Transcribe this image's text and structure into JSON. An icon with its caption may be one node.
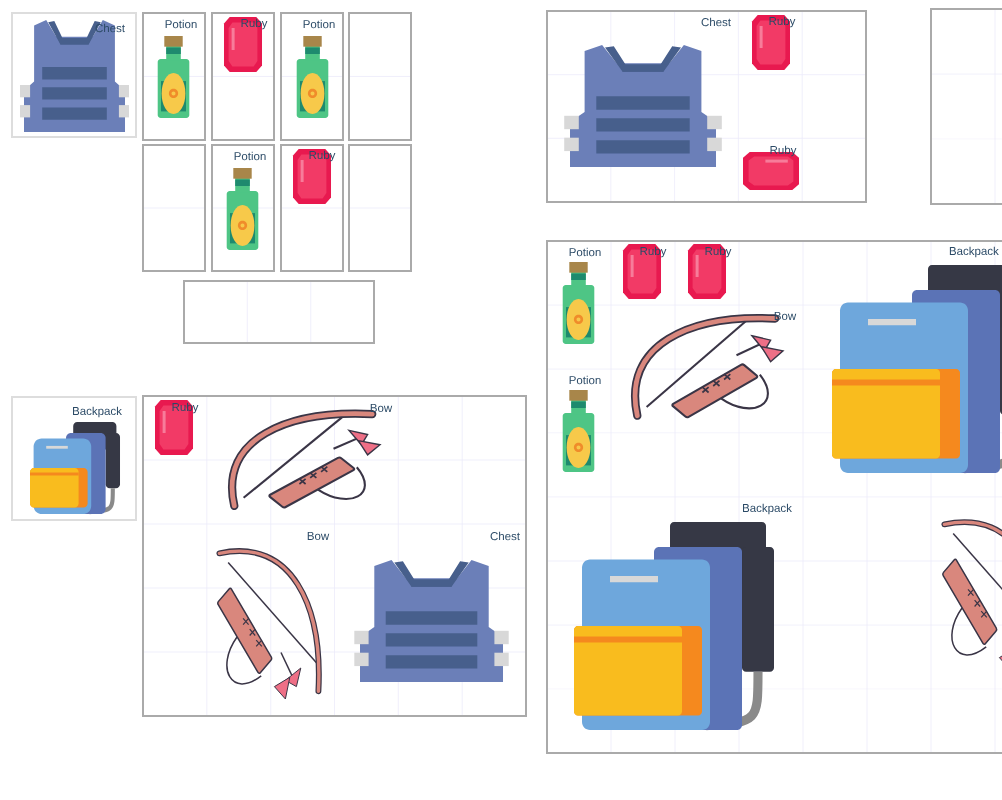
{
  "diagram": {
    "nodes": [
      {
        "text": [],
        "shape": "box"
      },
      {
        "text": [
          "Chest"
        ],
        "in": 0
      },
      {
        "text": [],
        "shape": "box"
      },
      {
        "text": [
          "Potion"
        ],
        "in": 2
      },
      {
        "text": [],
        "shape": "box"
      },
      {
        "text": [
          "Ruby"
        ],
        "in": 4
      },
      {
        "text": [],
        "shape": "box"
      },
      {
        "text": [
          "Potion"
        ],
        "in": 6
      },
      {
        "text": [],
        "shape": "box"
      },
      {
        "text": [],
        "shape": "box"
      },
      {
        "text": [],
        "shape": "box"
      },
      {
        "text": [
          "Potion"
        ],
        "in": 10
      },
      {
        "text": [],
        "shape": "box"
      },
      {
        "text": [
          "Ruby"
        ],
        "in": 12
      },
      {
        "text": [],
        "shape": "box"
      },
      {
        "text": [],
        "shape": "box"
      },
      {
        "text": [],
        "shape": "box"
      },
      {
        "text": [
          "Backpack"
        ],
        "in": 16
      },
      {
        "text": [],
        "shape": "box"
      },
      {
        "text": [
          "Ruby"
        ],
        "in": 18
      },
      {
        "text": [
          "Bow"
        ],
        "in": 18
      },
      {
        "text": [
          "Bow"
        ],
        "in": 18
      },
      {
        "text": [
          "Chest"
        ],
        "in": 18
      },
      {
        "text": [],
        "shape": "box"
      },
      {
        "text": [
          "Chest"
        ],
        "in": 23
      },
      {
        "text": [
          "Ruby"
        ],
        "in": 23
      },
      {
        "text": [
          "Ruby"
        ],
        "in": 23
      },
      {
        "text": [],
        "shape": "box"
      },
      {
        "text": [],
        "shape": "box"
      },
      {
        "text": [
          "Potion"
        ],
        "in": 28
      },
      {
        "text": [
          "Ruby"
        ],
        "in": 28
      },
      {
        "text": [
          "Ruby"
        ],
        "in": 28
      },
      {
        "text": [
          "Bow"
        ],
        "in": 28
      },
      {
        "text": [
          "Potion"
        ],
        "in": 28
      },
      {
        "text": [
          "Backpack"
        ],
        "in": 28
      },
      {
        "text": [
          "Backpack"
        ],
        "in": 28
      },
      {
        "text": [],
        "shape": "picture",
        "in": 28
      }
    ]
  }
}
